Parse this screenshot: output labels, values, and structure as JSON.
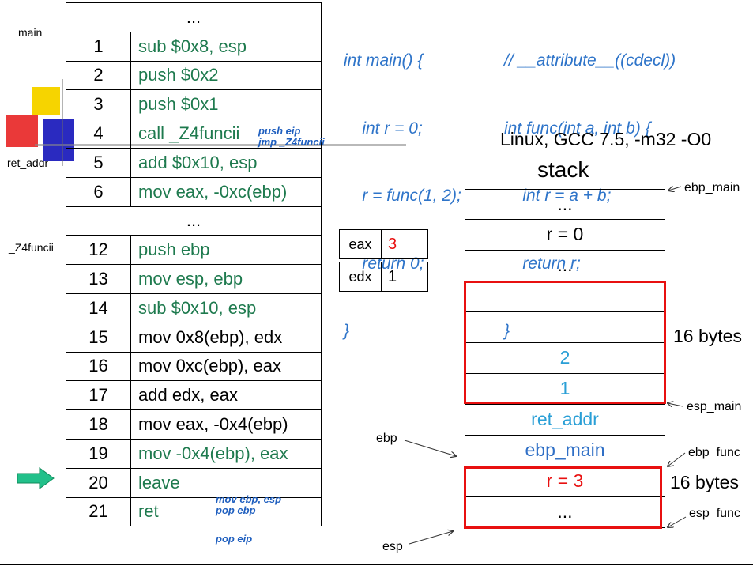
{
  "side_labels": {
    "main": "main",
    "ret_addr": "ret_addr",
    "func": "_Z4funcii"
  },
  "asm": {
    "rows": [
      {
        "num": "...",
        "ins": "",
        "span": true
      },
      {
        "num": "1",
        "ins": "sub  $0x8, esp",
        "color": "green"
      },
      {
        "num": "2",
        "ins": "push $0x2",
        "color": "green"
      },
      {
        "num": "3",
        "ins": "push $0x1",
        "color": "green"
      },
      {
        "num": "4",
        "ins": "call _Z4funcii",
        "color": "green"
      },
      {
        "num": "5",
        "ins": "add $0x10, esp",
        "color": "green"
      },
      {
        "num": "6",
        "ins": "mov eax, -0xc(ebp)",
        "color": "green"
      },
      {
        "num": "...",
        "ins": "",
        "span": true
      },
      {
        "num": "12",
        "ins": "push ebp",
        "color": "green"
      },
      {
        "num": "13",
        "ins": "mov esp, ebp",
        "color": "green"
      },
      {
        "num": "14",
        "ins": "sub  $0x10, esp",
        "color": "green"
      },
      {
        "num": "15",
        "ins": "mov 0x8(ebp), edx",
        "color": "black"
      },
      {
        "num": "16",
        "ins": "mov 0xc(ebp), eax",
        "color": "black"
      },
      {
        "num": "17",
        "ins": "add   edx, eax",
        "color": "black"
      },
      {
        "num": "18",
        "ins": "mov  eax, -0x4(ebp)",
        "color": "black"
      },
      {
        "num": "19",
        "ins": "mov  -0x4(ebp), eax",
        "color": "green"
      },
      {
        "num": "20",
        "ins": "leave",
        "color": "green"
      },
      {
        "num": "21",
        "ins": "ret",
        "color": "green"
      }
    ],
    "notes": {
      "call_1": "push  eip",
      "call_2": "jmp  _Z4funcii",
      "leave_1": "mov ebp, esp",
      "leave_2": "pop ebp",
      "ret_1": "pop eip"
    }
  },
  "code_main": [
    "int main() {",
    "    int r = 0;",
    "    r = func(1, 2);",
    "    return 0;",
    "}"
  ],
  "code_func": [
    "// __attribute__((cdecl))",
    "int func(int a, int b) {",
    "    int r = a + b;",
    "    return r;",
    "}"
  ],
  "compile_info": "Linux, GCC 7.5, -m32 -O0",
  "registers": [
    {
      "name": "eax",
      "value": "3",
      "value_color": "#e81010"
    },
    {
      "name": "edx",
      "value": "1",
      "value_color": "#000000"
    }
  ],
  "stack": {
    "title": "stack",
    "cells": [
      {
        "text": "...",
        "color": "#000000"
      },
      {
        "text": "r = 0",
        "color": "#000000"
      },
      {
        "text": "...",
        "color": "#000000"
      },
      {
        "text": "",
        "color": "#000000"
      },
      {
        "text": "",
        "color": "#000000"
      },
      {
        "text": "2",
        "color": "#2a9fd6"
      },
      {
        "text": "1",
        "color": "#2a9fd6"
      },
      {
        "text": "ret_addr",
        "color": "#2a9fd6"
      },
      {
        "text": "ebp_main",
        "color": "#2f6fc6"
      },
      {
        "text": "r = 3",
        "color": "#e81010"
      },
      {
        "text": "...",
        "color": "#000000"
      }
    ],
    "bytes_label_1": "16 bytes",
    "bytes_label_2": "16 bytes",
    "pointers": {
      "ebp_main": "ebp_main",
      "esp_main": "esp_main",
      "ebp_func": "ebp_func",
      "esp_func": "esp_func",
      "ebp": "ebp",
      "esp": "esp"
    }
  },
  "colors": {
    "accent_green": "#1e7a4e",
    "code_blue": "#2e74c9",
    "highlight_red": "#e81010",
    "arrow_teal": "#22c08a"
  }
}
